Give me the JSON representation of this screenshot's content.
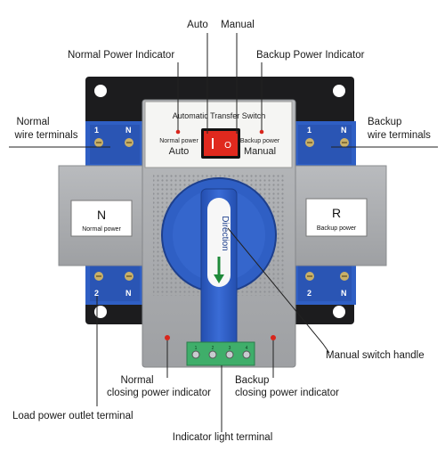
{
  "callouts": {
    "auto": "Auto",
    "manual": "Manual",
    "normal_power_indicator": "Normal Power Indicator",
    "backup_power_indicator": "Backup Power Indicator",
    "normal_wire_terminals_line1": "Normal",
    "normal_wire_terminals_line2": "wire terminals",
    "backup_wire_terminals_line1": "Backup",
    "backup_wire_terminals_line2": "wire terminals",
    "manual_switch_handle": "Manual switch handle",
    "normal_closing_line1": "Normal",
    "normal_closing_line2": "closing power indicator",
    "backup_closing_line1": "Backup",
    "backup_closing_line2": "closing power indicator",
    "load_power_outlet_terminal": "Load power outlet terminal",
    "indicator_light_terminal": "Indicator light terminal"
  },
  "device": {
    "panel_title": "Automatic Transfer Switch",
    "normal_power_small": "Normal power",
    "auto_big": "Auto",
    "backup_power_small": "Backup power",
    "manual_big": "Manual",
    "switch_o": "O",
    "left_module_letter": "N",
    "left_module_caption": "Normal power",
    "right_module_letter": "R",
    "right_module_caption": "Backup power",
    "handle_text": "Direction",
    "terminal_top_left_1": "1",
    "terminal_top_left_n": "N",
    "terminal_top_right_1": "1",
    "terminal_top_right_n": "N",
    "terminal_bottom_left_2": "2",
    "terminal_bottom_left_n": "N",
    "terminal_bottom_right_2": "2",
    "terminal_bottom_right_n": "N",
    "indicator_terminal_1": "1",
    "indicator_terminal_2": "2",
    "indicator_terminal_3": "3",
    "indicator_terminal_4": "4"
  },
  "colors": {
    "body_gray": "#a9abae",
    "blue": "#2f5fc4",
    "black_frame": "#1c1c1e",
    "red_indicator": "#d8261c",
    "green_terminal": "#3fae6a",
    "arrow_green": "#1f8a3a"
  }
}
